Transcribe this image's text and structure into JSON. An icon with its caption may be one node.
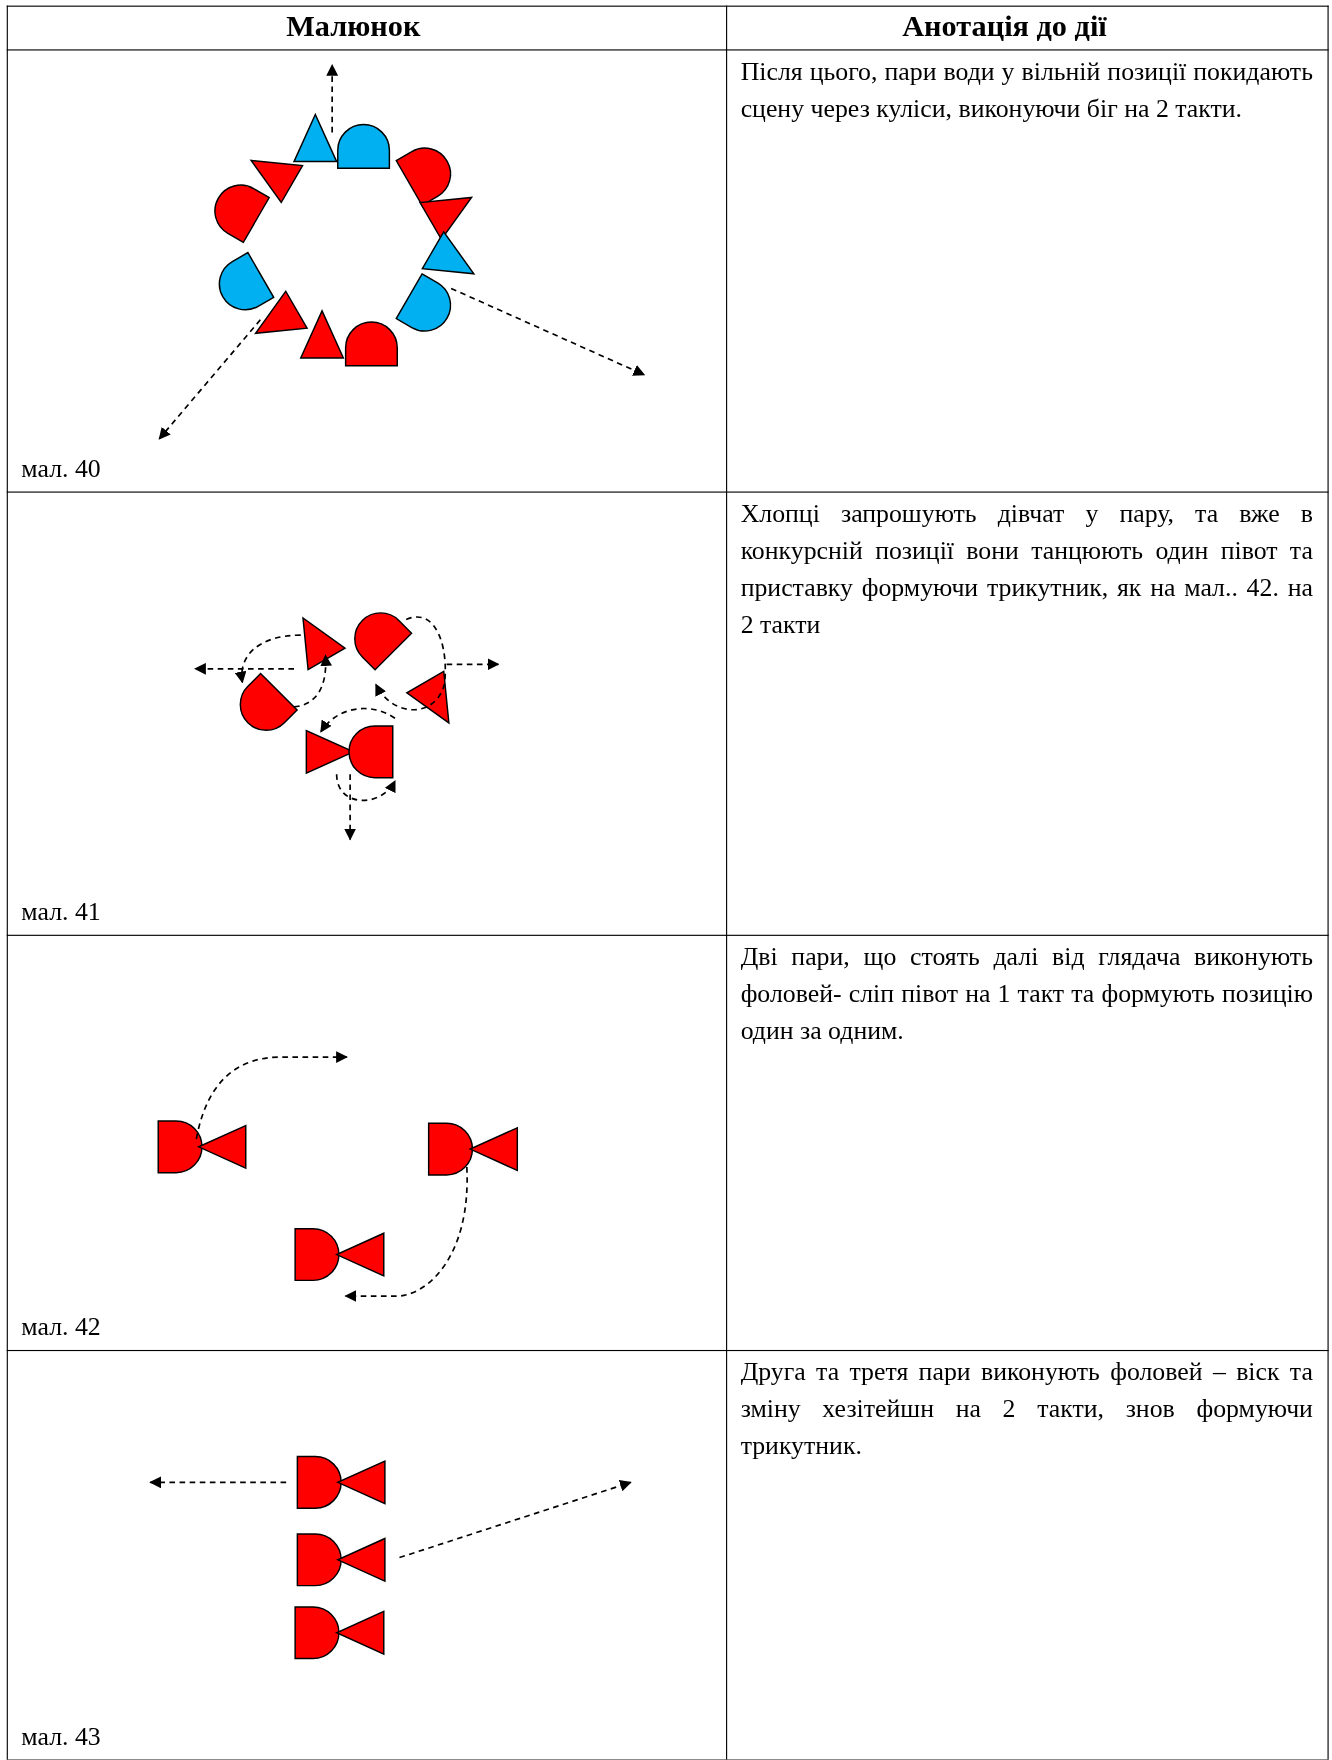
{
  "diagram": {
    "labels": [
      "Малюнок",
      "Анотація до дії",
      "мал. 40",
      "Після цього, пари води у вільній позиції покидають сцену через куліси, виконуючи біг на 2 такти.",
      "мал. 41",
      "Хлопці запрошують дівчат у пару, та вже в конкурсній позиції вони танцюють один півот та приставку формуючи трикутник, як на мал.. 42. на 2 такти",
      "мал. 42",
      "Дві пари, що стоять далі від глядача виконують фоловей- сліп півот на 1 такт та формують позицію один за одним.",
      "мал. 43",
      "Друга та третя пари виконують фоловей – віск та зміну хезітейшн на 2 такти, знов формуючи трикутник."
    ]
  }
}
